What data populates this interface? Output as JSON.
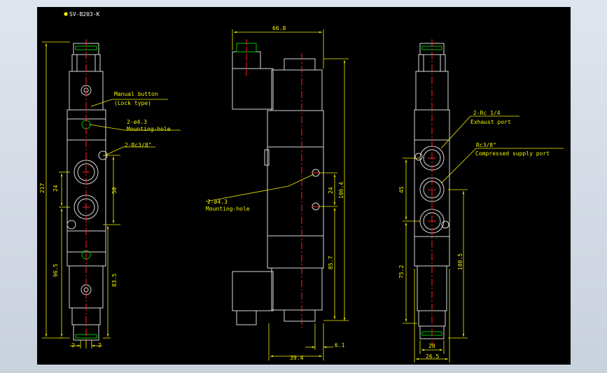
{
  "title": "SV-B203-K",
  "colors": {
    "line": "#d9d9d9",
    "dim": "#f2f200",
    "center": "#ff2020",
    "green": "#00c000",
    "bg": "#000000"
  },
  "left_view": {
    "dims": {
      "total_height": "217",
      "d50": "50",
      "d24": "24",
      "d96_5": "96.5",
      "d83_5": "83.5",
      "w_left": "2",
      "w_right": "2"
    },
    "notes": {
      "manual_1": "Manual button",
      "manual_2": "(Lock type)",
      "mount_1": "2-ø4.3",
      "mount_2": "Mounting-hole",
      "port": "2-Rc3/8\""
    }
  },
  "middle_view": {
    "dims": {
      "top_width": "66.8",
      "d24": "24",
      "d106_4": "106.4",
      "d85_7": "85.7",
      "bottom_width": "39.4",
      "d6_1": "6.1"
    },
    "notes": {
      "mount_1": "2-ø4.3",
      "mount_2": "Mounting-hole"
    }
  },
  "right_view": {
    "dims": {
      "d45": "45",
      "d75_2": "75.2",
      "d108_5": "108.5",
      "d20": "20",
      "d26_5": "26.5"
    },
    "notes": {
      "exhaust_1": "2-Rc 1/4",
      "exhaust_2": "Exhaust port",
      "supply_1": "Rc3/8\"",
      "supply_2": "Compressed supply port"
    }
  }
}
